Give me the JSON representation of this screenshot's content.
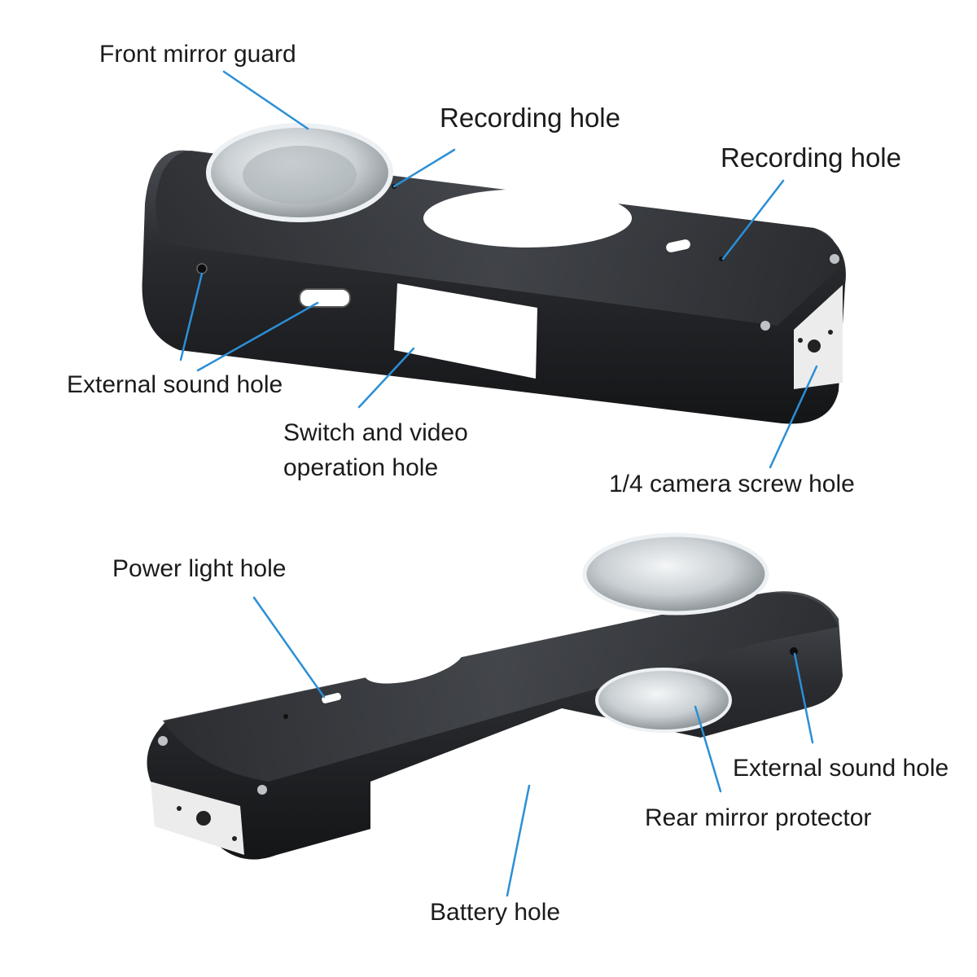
{
  "diagram": {
    "labels": {
      "front_mirror_guard": "Front mirror guard",
      "recording_hole_1": "Recording hole",
      "recording_hole_2": "Recording hole",
      "external_sound_hole_1": "External sound hole",
      "switch_video_hole_line1": "Switch and video",
      "switch_video_hole_line2": "operation hole",
      "camera_screw_hole": "1/4 camera screw hole",
      "power_light_hole": "Power light hole",
      "external_sound_hole_2": "External sound hole",
      "rear_mirror_protector": "Rear mirror protector",
      "battery_hole": "Battery hole"
    },
    "colors": {
      "leader_line": "#2b8fd6",
      "body_dark": "#1f2124",
      "body_mid": "#3a3d41",
      "body_light": "#5a5e63",
      "lens_glass": "#d9dde0",
      "text": "#1b1b1b"
    }
  }
}
